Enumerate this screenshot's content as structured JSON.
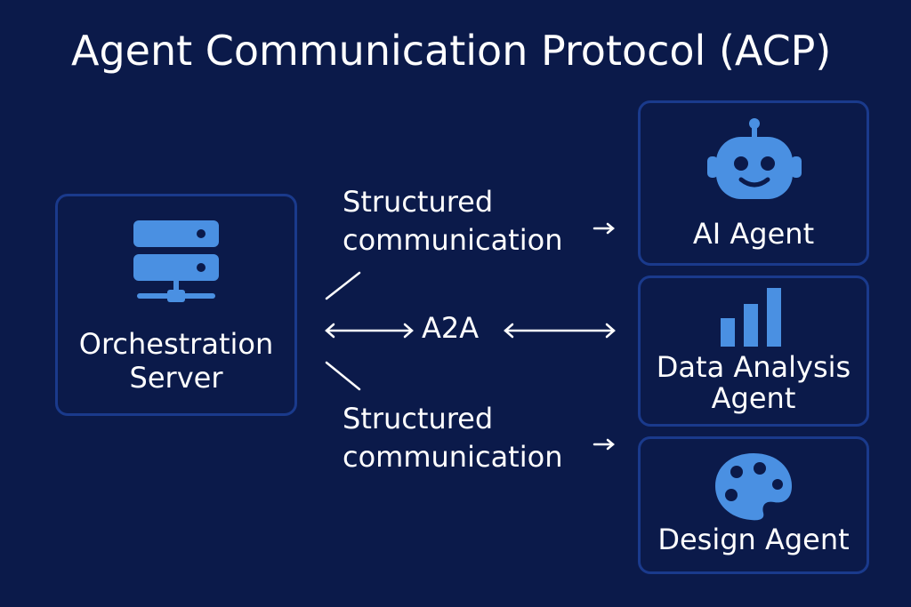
{
  "diagram": {
    "title": "Agent Communication Protocol (ACP)",
    "nodes": {
      "server": {
        "label_line1": "Orchestration",
        "label_line2": "Server",
        "icon": "server-icon"
      },
      "ai_agent": {
        "label": "AI Agent",
        "icon": "robot-icon"
      },
      "data_agent": {
        "label_line1": "Data Analysis",
        "label_line2": "Agent",
        "icon": "bar-chart-icon"
      },
      "design_agent": {
        "label": "Design Agent",
        "icon": "palette-icon"
      }
    },
    "edges": {
      "top": {
        "line1": "Structured",
        "line2": "communication"
      },
      "middle": {
        "label": "A2A"
      },
      "bottom": {
        "line1": "Structured",
        "line2": "communication"
      }
    }
  },
  "colors": {
    "background": "#0b1a4a",
    "box_border": "#1a3a8c",
    "icon": "#4a90e2",
    "text": "#ffffff"
  }
}
